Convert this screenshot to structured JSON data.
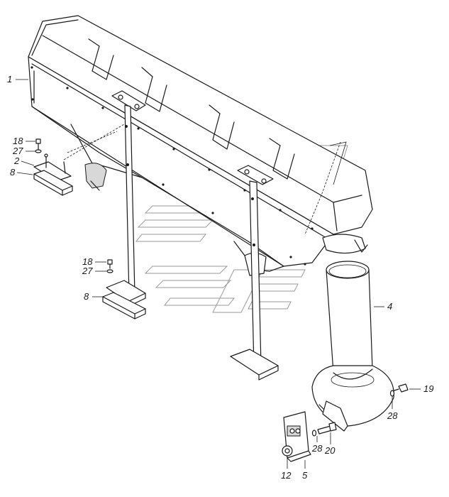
{
  "callouts": [
    {
      "id": "c1",
      "text": "1"
    },
    {
      "id": "c18a",
      "text": "18"
    },
    {
      "id": "c27a",
      "text": "27"
    },
    {
      "id": "c2",
      "text": "2"
    },
    {
      "id": "c8a",
      "text": "8"
    },
    {
      "id": "c18b",
      "text": "18"
    },
    {
      "id": "c27b",
      "text": "27"
    },
    {
      "id": "c8b",
      "text": "8"
    },
    {
      "id": "c4",
      "text": "4"
    },
    {
      "id": "c19",
      "text": "19"
    },
    {
      "id": "c28a",
      "text": "28"
    },
    {
      "id": "c28b",
      "text": "28"
    },
    {
      "id": "c20",
      "text": "20"
    },
    {
      "id": "c12",
      "text": "12"
    },
    {
      "id": "c5",
      "text": "5"
    }
  ]
}
